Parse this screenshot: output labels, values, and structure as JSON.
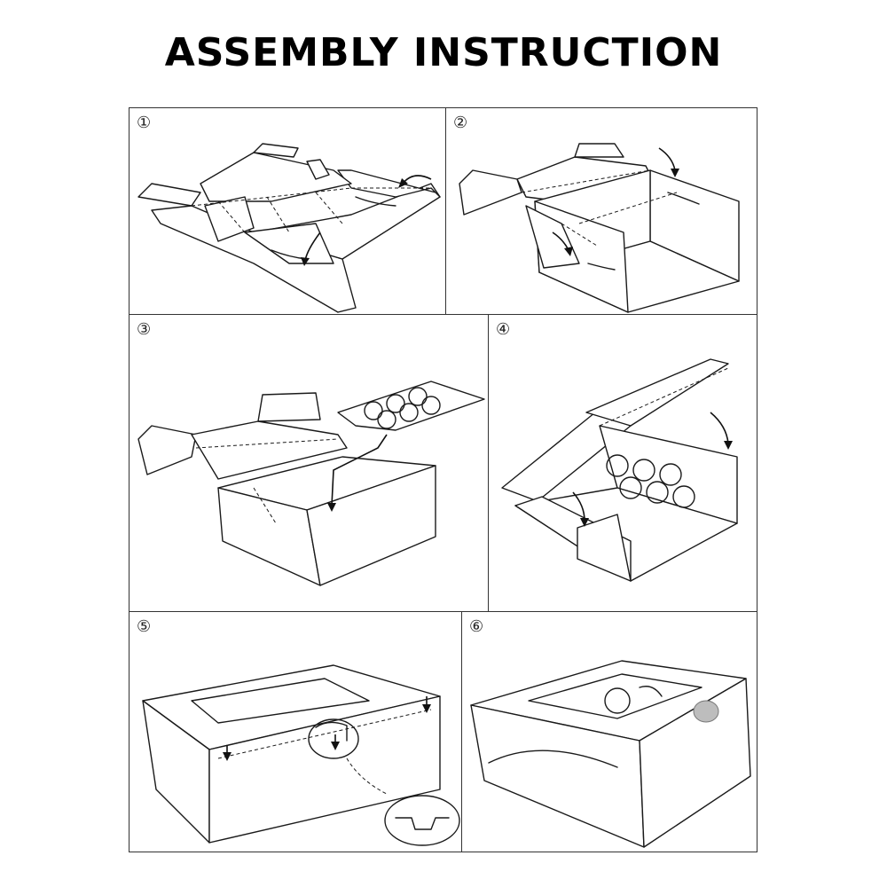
{
  "title": "ASSEMBLY INSTRUCTION",
  "steps": [
    {
      "number": "①"
    },
    {
      "number": "②"
    },
    {
      "number": "③"
    },
    {
      "number": "④"
    },
    {
      "number": "⑤"
    },
    {
      "number": "⑥"
    }
  ]
}
